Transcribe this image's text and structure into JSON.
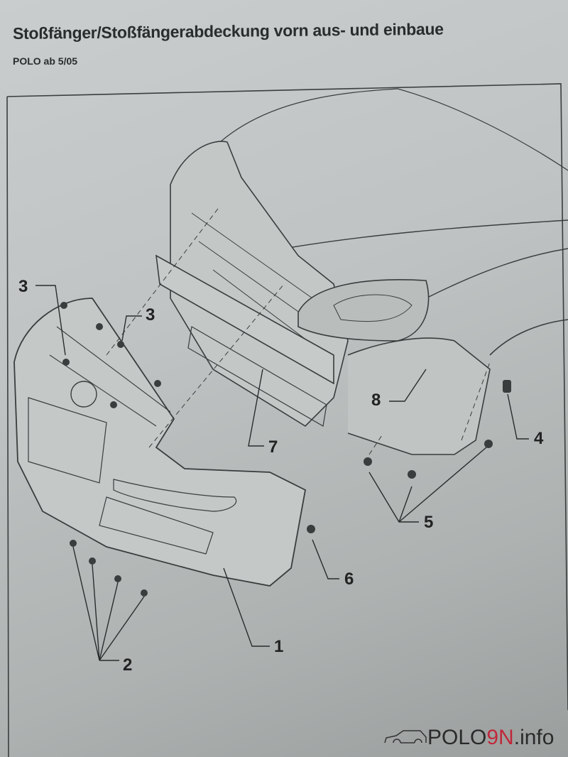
{
  "header": {
    "title": "Stoßfänger/Stoßfängerabdeckung vorn aus- und einbaue",
    "subtitle": "POLO ab 5/05"
  },
  "diagram": {
    "callouts": [
      "1",
      "2",
      "3",
      "3",
      "4",
      "5",
      "6",
      "7",
      "8"
    ]
  },
  "watermark": {
    "logo_prefix": "POLO",
    "logo_accent": "9N",
    "logo_suffix": ".info",
    "accent_color": "#c0283a",
    "icon": "car-outline-icon"
  }
}
